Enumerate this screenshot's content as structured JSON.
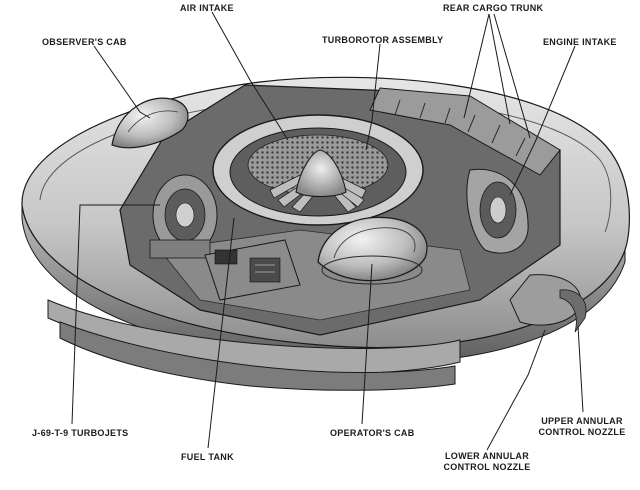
{
  "labels": {
    "observers_cab": "OBSERVER'S CAB",
    "air_intake": "AIR INTAKE",
    "turborotor_assembly": "TURBOROTOR ASSEMBLY",
    "rear_cargo_trunk": "REAR CARGO TRUNK",
    "engine_intake": "ENGINE INTAKE",
    "j69_turbojets": "J-69-T-9 TURBOJETS",
    "fuel_tank": "FUEL TANK",
    "operators_cab": "OPERATOR'S CAB",
    "lower_annular_nozzle_line1": "LOWER ANNULAR",
    "lower_annular_nozzle_line2": "CONTROL NOZZLE",
    "upper_annular_nozzle_line1": "UPPER ANNULAR",
    "upper_annular_nozzle_line2": "CONTROL NOZZLE"
  },
  "colors": {
    "hull_light": "#d9d9d9",
    "hull_mid": "#b5b5b5",
    "hull_dark": "#6f6f6f",
    "interior": "#4a4a4a",
    "line": "#1a1a1a"
  }
}
